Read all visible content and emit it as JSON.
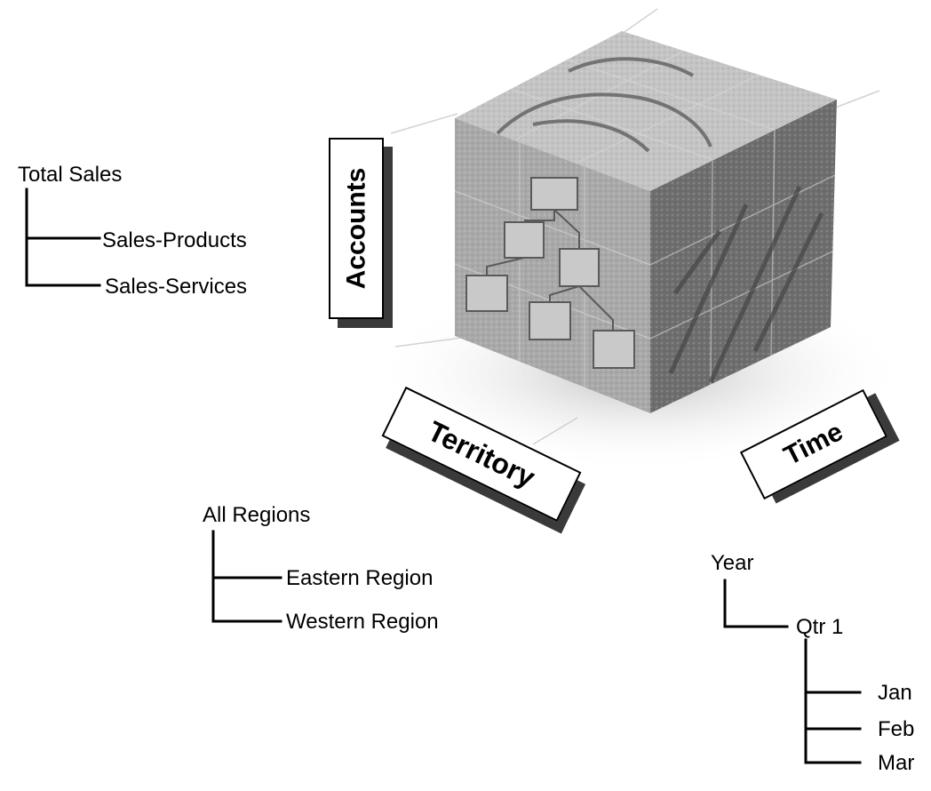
{
  "cube": {
    "dimension_labels": {
      "accounts": "Accounts",
      "territory": "Territory",
      "time": "Time"
    }
  },
  "accounts_tree": {
    "root": "Total Sales",
    "children": [
      "Sales-Products",
      "Sales-Services"
    ]
  },
  "territory_tree": {
    "root": "All Regions",
    "children": [
      "Eastern Region",
      "Western Region"
    ]
  },
  "time_tree": {
    "root": "Year",
    "child": "Qtr 1",
    "grandchildren": [
      "Jan",
      "Feb",
      "Mar"
    ]
  },
  "colors": {
    "ink": "#000000",
    "label_shadow": "#3a3a3a",
    "cube_front": "#a9a9a9",
    "cube_top": "#c6c6c6",
    "cube_right": "#6e6e6e"
  }
}
